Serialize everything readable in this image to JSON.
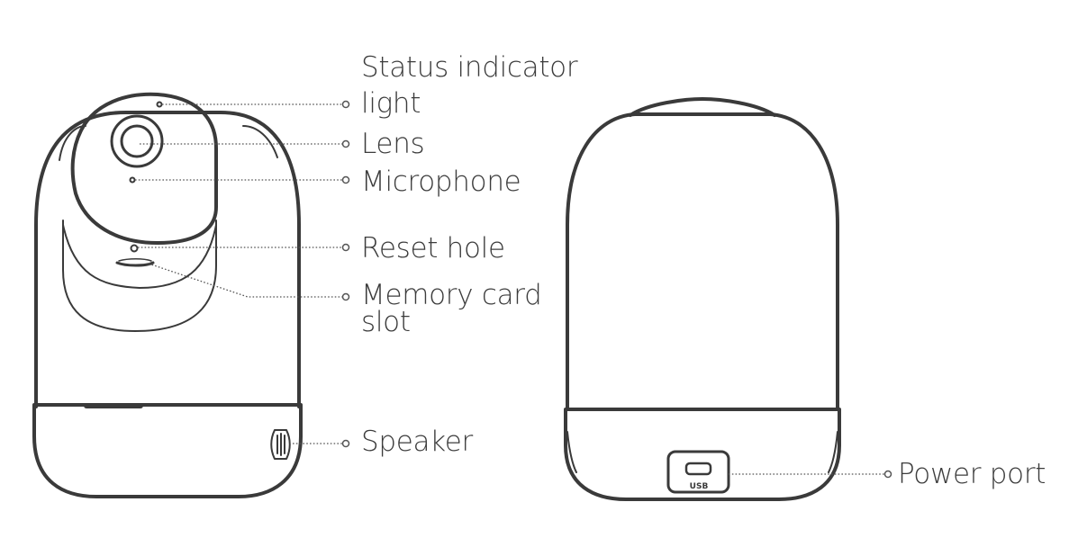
{
  "front_view": {
    "labels": {
      "status_line1": "Status indicator",
      "status_line2": "light",
      "lens": "Lens",
      "microphone": "Microphone",
      "reset": "Reset hole",
      "memory_line1": "Memory card",
      "memory_line2": "slot",
      "speaker": "Speaker"
    }
  },
  "back_view": {
    "usb_text": "USB",
    "labels": {
      "power": "Power port"
    }
  },
  "colors": {
    "outline": "#3a3a3a",
    "text": "#3c3c3c",
    "background": "#ffffff"
  }
}
